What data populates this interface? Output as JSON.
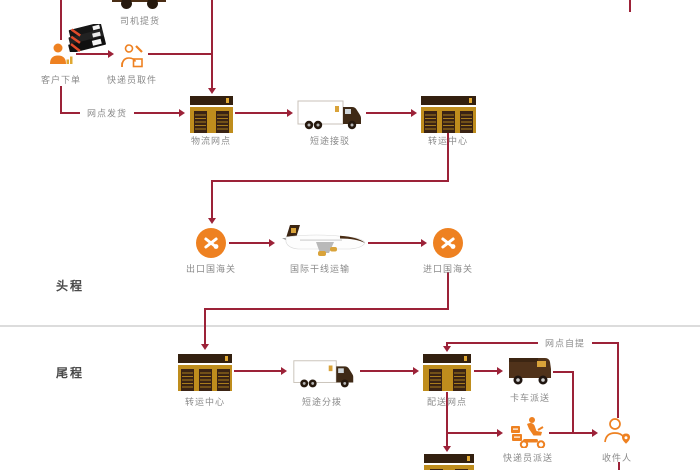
{
  "diagram": {
    "title_hint": "international express delivery flow",
    "sections": {
      "first_leg": "头程",
      "last_leg": "尾程"
    },
    "stages": {
      "driver_pickup": "司机提货",
      "customer_order": "客户下单",
      "courier_pickup": "快递员取件",
      "dropoff_at_point": "网点发货",
      "logistics_point": "物流网点",
      "short_haul_shuttle": "短途接驳",
      "transfer_center_origin": "转运中心",
      "export_customs": "出口国海关",
      "intl_linehaul": "国际干线运输",
      "import_customs": "进口国海关",
      "transfer_center_dest": "转运中心",
      "short_haul_dispatch": "短途分拨",
      "delivery_point": "配送网点",
      "truck_delivery": "卡车派送",
      "self_pickup": "网点自提",
      "courier_delivery": "快递员派送",
      "recipient": "收件人"
    },
    "colors": {
      "flow_line": "#9c2238",
      "icon_orange": "#ee8121",
      "building_gold": "#bf8d1d",
      "dark_brown": "#33200f",
      "label_gray": "#8a8a8a"
    }
  }
}
